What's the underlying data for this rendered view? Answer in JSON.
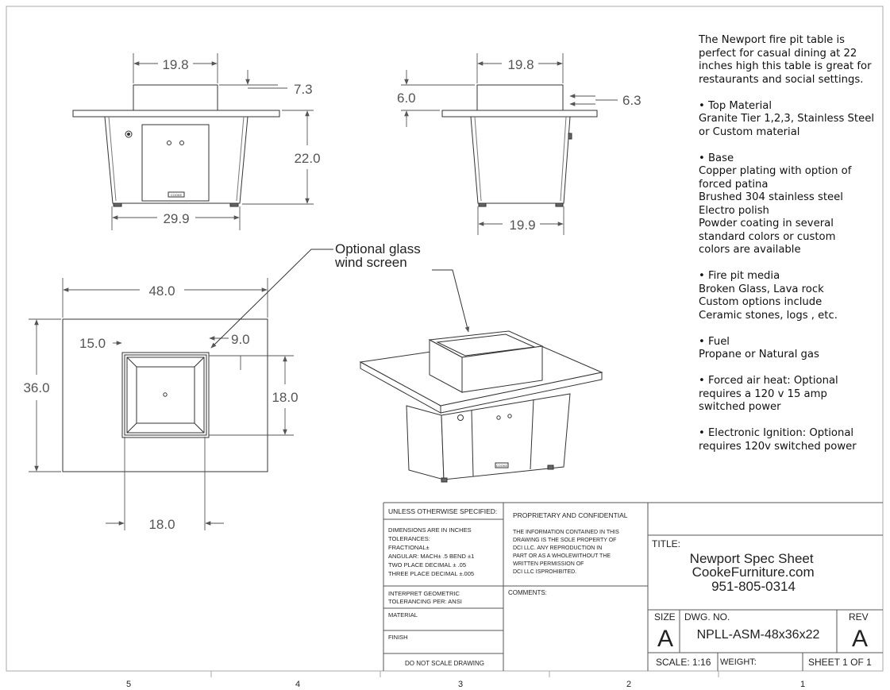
{
  "drawing": {
    "front_view": {
      "top_width": "19.8",
      "top_height": "7.3",
      "height": "22.0",
      "base_width": "29.9",
      "badge": "COOKE"
    },
    "side_view": {
      "top_width": "19.8",
      "top_height_left": "6.0",
      "top_height_right": "6.3",
      "base_width": "19.9"
    },
    "top_view": {
      "width": "48.0",
      "depth": "36.0",
      "offset_left": "15.0",
      "offset_right": "9.0",
      "opening_depth": "18.0",
      "opening_width": "18.0"
    },
    "callout": {
      "line1": "Optional glass",
      "line2": "wind screen"
    },
    "iso_badge": "COOKE"
  },
  "description": {
    "intro": [
      "The Newport fire pit table is",
      "perfect for casual dining at 22",
      "inches high this table is great for",
      "restaurants and social settings."
    ],
    "sections": [
      {
        "lines": [
          "• Top Material",
          "Granite Tier 1,2,3, Stainless Steel",
          "or Custom material"
        ]
      },
      {
        "lines": [
          "• Base",
          "Copper plating with option of",
          "forced patina",
          "Brushed 304 stainless steel",
          "Electro polish",
          "Powder coating in several",
          "standard colors or custom",
          "colors are available"
        ]
      },
      {
        "lines": [
          "• Fire pit media",
          "Broken Glass, Lava rock",
          "Custom options include",
          "Ceramic stones, logs , etc."
        ]
      },
      {
        "lines": [
          "• Fuel",
          "Propane or Natural gas"
        ]
      },
      {
        "lines": [
          "• Forced air heat: Optional",
          "requires a 120 v 15 amp",
          "switched power"
        ]
      },
      {
        "lines": [
          "• Electronic Ignition: Optional",
          "requires 120v switched power"
        ]
      }
    ]
  },
  "title_block": {
    "unless_specified": "UNLESS OTHERWISE SPECIFIED:",
    "tolerance_lines": [
      "DIMENSIONS ARE IN INCHES",
      "TOLERANCES:",
      "FRACTIONAL±",
      "ANGULAR: MACH± .5   BEND ±1",
      "TWO PLACE DECIMAL    ± .05",
      "THREE PLACE DECIMAL   ±.005"
    ],
    "interpret_lines": [
      "INTERPRET GEOMETRIC",
      "TOLERANCING PER: ANSI"
    ],
    "material": "MATERIAL",
    "finish": "FINISH",
    "do_not_scale": "DO NOT SCALE DRAWING",
    "proprietary": "PROPRIETARY AND CONFIDENTIAL",
    "proprietary_lines": [
      "THE INFORMATION CONTAINED IN THIS",
      "DRAWING IS THE SOLE PROPERTY OF",
      "DCI LLC.  ANY REPRODUCTION IN",
      "PART OR AS A WHOLEWITHOUT THE",
      "WRITTEN PERMISSION OF",
      "DCI LLC ISPROHIBITED."
    ],
    "comments": "COMMENTS:",
    "title_label": "TITLE:",
    "title_lines": [
      "Newport Spec Sheet",
      "CookeFurniture.com",
      "951-805-0314"
    ],
    "size_label": "SIZE",
    "size_value": "A",
    "dwg_label": "DWG.  NO.",
    "dwg_value": "NPLL-ASM-48x36x22",
    "rev_label": "REV",
    "rev_value": "A",
    "scale": "SCALE: 1:16",
    "weight": "WEIGHT:",
    "sheet": "SHEET 1 OF 1"
  },
  "zones": [
    "5",
    "4",
    "3",
    "2",
    "1"
  ]
}
